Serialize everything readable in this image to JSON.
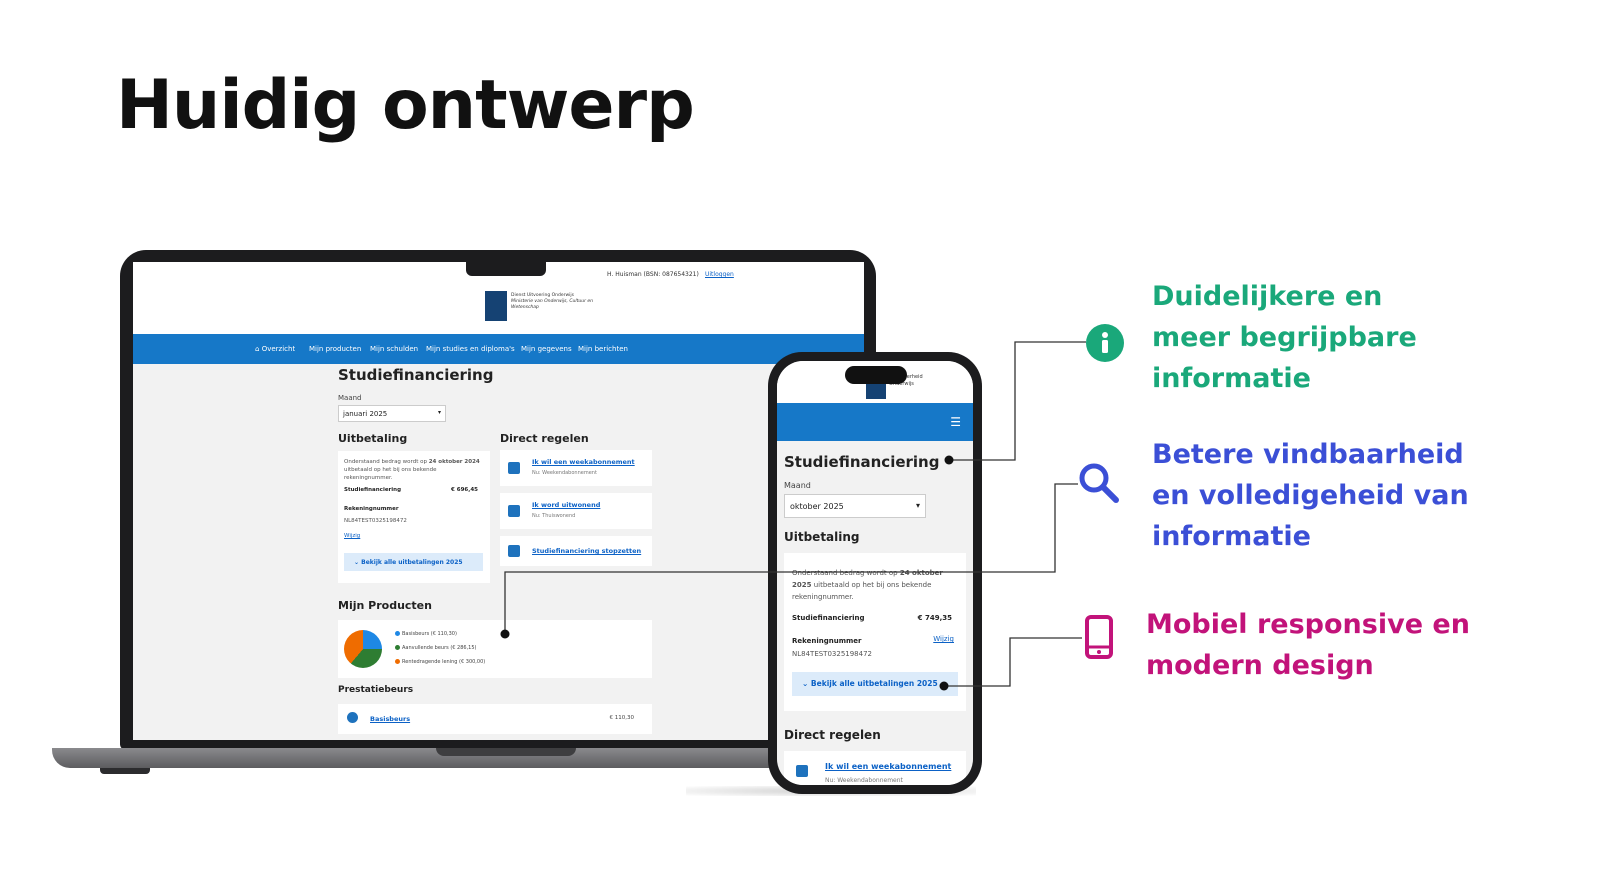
{
  "slide": {
    "title": "Huidig ontwerp"
  },
  "laptop": {
    "user": "H. Huisman (BSN: 087654321)",
    "logout": "Uitloggen",
    "org": [
      "Dienst Uitvoering Onderwijs",
      "Ministerie van Onderwijs, Cultuur en",
      "Wetenschap"
    ],
    "nav": [
      "Overzicht",
      "Mijn producten",
      "Mijn schulden",
      "Mijn studies en diploma's",
      "Mijn gegevens",
      "Mijn berichten"
    ],
    "page_title": "Studiefinanciering",
    "month_label": "Maand",
    "month_value": "januari 2025",
    "payout": {
      "heading": "Uitbetaling",
      "intro_1": "Onderstaand bedrag wordt op",
      "intro_date": "24 oktober 2024",
      "intro_2": "uitbetaald op het bij ons bekende rekeningnummer.",
      "item_label": "Studiefinanciering",
      "item_amount": "€ 696,45",
      "account_label": "Rekeningnummer",
      "account_value": "NL84TEST0325198472",
      "change": "Wijzig",
      "all_button": "Bekijk alle uitbetalingen 2025"
    },
    "direct": {
      "heading": "Direct regelen",
      "items": [
        {
          "label": "Ik wil een weekabonnement",
          "sub": "Nu: Weekendabonnement"
        },
        {
          "label": "Ik word uitwonend",
          "sub": "Nu: Thuiswonend"
        },
        {
          "label": "Studiefinanciering stopzetten",
          "sub": ""
        }
      ]
    },
    "products": {
      "heading": "Mijn Producten",
      "legend": [
        "Basisbeurs (€ 110,30)",
        "Aanvullende beurs (€ 286,15)",
        "Rentedragende lening (€ 300,00)"
      ]
    },
    "performance": {
      "heading": "Prestatiebeurs",
      "item_label": "Basisbeurs",
      "item_amount": "€ 110,30"
    }
  },
  "phone": {
    "org": [
      "Rijksoverheid",
      "Onderwijs"
    ],
    "page_title": "Studiefinanciering",
    "month_label": "Maand",
    "month_value": "oktober 2025",
    "payout": {
      "heading": "Uitbetaling",
      "intro_1": "Onderstaand bedrag wordt op",
      "intro_date": "24 oktober 2025",
      "intro_2": "uitbetaald op het bij ons bekende rekeningnummer.",
      "item_label": "Studiefinanciering",
      "item_amount": "€ 749,35",
      "account_label": "Rekeningnummer",
      "change": "Wijzig",
      "account_value": "NL84TEST0325198472",
      "all_button": "Bekijk alle uitbetalingen 2025"
    },
    "direct": {
      "heading": "Direct regelen",
      "item_label": "Ik wil een weekabonnement",
      "item_sub": "Nu: Weekendabonnement"
    }
  },
  "callouts": [
    {
      "lines": [
        "Duidelijkere en",
        "meer begrijpbare",
        "informatie"
      ],
      "color": "#1aa87a",
      "icon": "info-icon"
    },
    {
      "lines": [
        "Betere vindbaarheid",
        "en volledigeheid van",
        "informatie"
      ],
      "color": "#3b4fd6",
      "icon": "search-icon"
    },
    {
      "lines": [
        "Mobiel responsive en",
        "modern design"
      ],
      "color": "#c2137a",
      "icon": "mobile-phone-icon"
    }
  ]
}
